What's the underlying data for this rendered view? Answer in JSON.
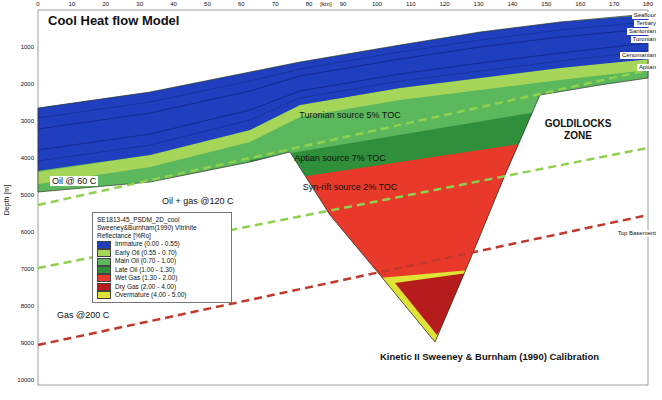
{
  "diagram": {
    "title": "Cool Heat flow Model",
    "labels": [
      "Turonian source 5% TOC",
      "Aptian source 7% TOC",
      "Syn-rift source 2% TOC",
      "Oil @ 60 C",
      "Oil + gas @120 C",
      "Gas @200 C",
      "GOLDILOCKS ZONE",
      "Kinetic II Sweeney & Burnham (1990) Calibration",
      "SE1813-45_PSDM_2D_cool",
      "Sweeney&Burnham(1990) Vitrinite Reflectance [%Ro]",
      "Top Basement",
      "Seafloor",
      "Tertiary",
      "Santonian",
      "Turonian",
      "Cenomanian",
      "Aptian",
      "[km]",
      "Depth [m]",
      "0",
      "10",
      "20",
      "30",
      "40",
      "50",
      "60",
      "70",
      "80",
      "90",
      "100",
      "110",
      "120",
      "130",
      "140",
      "150",
      "160",
      "170",
      "180",
      "1000",
      "2000",
      "3000",
      "4000",
      "5000",
      "6000",
      "7000",
      "8000",
      "9000",
      "10000"
    ],
    "legend": [
      {
        "text": "Immature (0.00 - 0.55)",
        "color": "#1f3fbf"
      },
      {
        "text": "Early Oil (0.55 - 0.70)",
        "color": "#a5d65a"
      },
      {
        "text": "Main Oil (0.70 - 1.00)",
        "color": "#5cb85c"
      },
      {
        "text": "Late Oil (1.00 - 1.30)",
        "color": "#2f8f3a"
      },
      {
        "text": "Wet Gas (1.30 - 2.00)",
        "color": "#e8392a"
      },
      {
        "text": "Dry Gas (2.00 - 4.00)",
        "color": "#b71c1c"
      },
      {
        "text": "Overmature (4.00 - 5.00)",
        "color": "#dfe336"
      }
    ]
  }
}
